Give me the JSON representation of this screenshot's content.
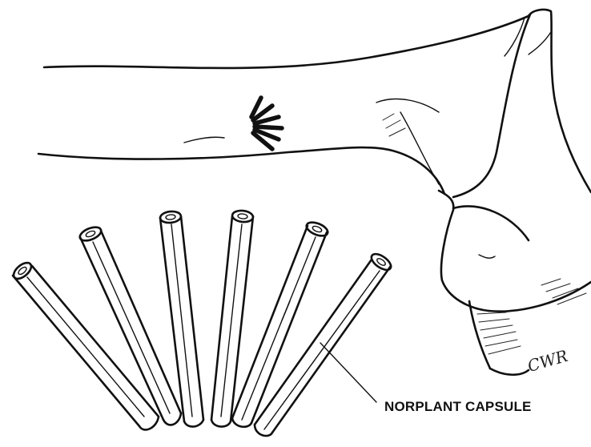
{
  "label": {
    "text": "NORPLANT CAPSULE"
  },
  "signature": {
    "text": "CWR"
  },
  "capsules": {
    "count": 6
  },
  "insertion_marks": {
    "count": 6
  }
}
